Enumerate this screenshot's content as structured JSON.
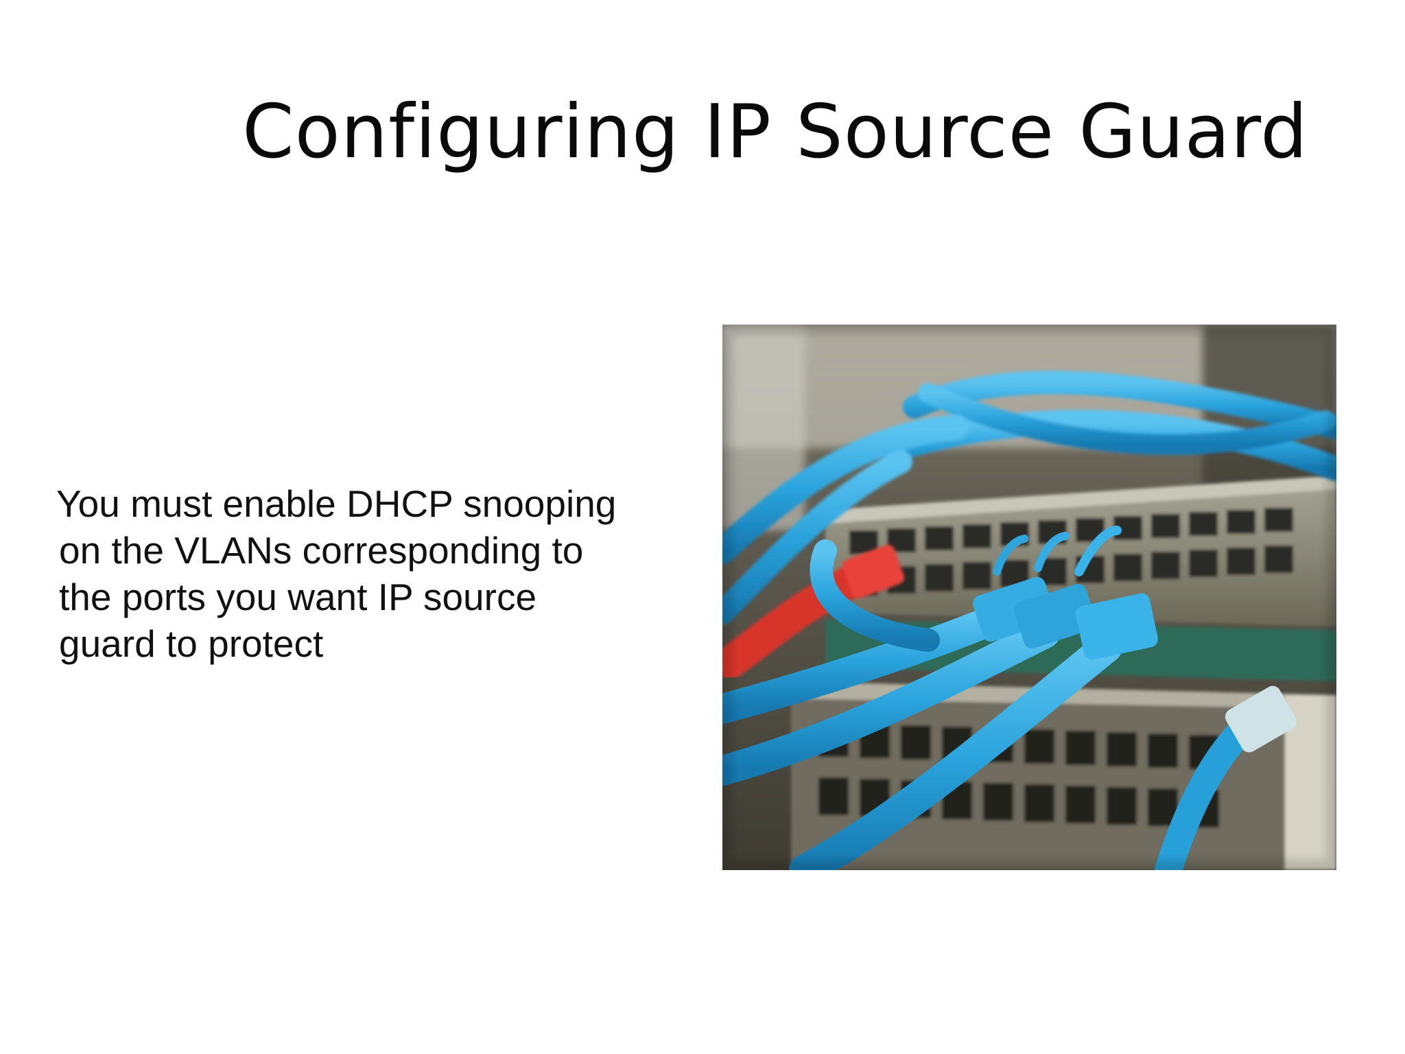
{
  "slide": {
    "title": "Configuring IP Source Guard",
    "body_lines": [
      "You must enable DHCP snooping",
      "on the VLANs corresponding to",
      "the ports you want IP source",
      "guard to protect"
    ]
  },
  "image": {
    "subject": "network-switch-with-blue-ethernet-cables",
    "colors": {
      "cable": "#2aa3dc",
      "cable_dark": "#1679b0",
      "red_cable": "#d8342c",
      "switch_body": "#8d8a7c",
      "port": "#2b2a25"
    }
  }
}
